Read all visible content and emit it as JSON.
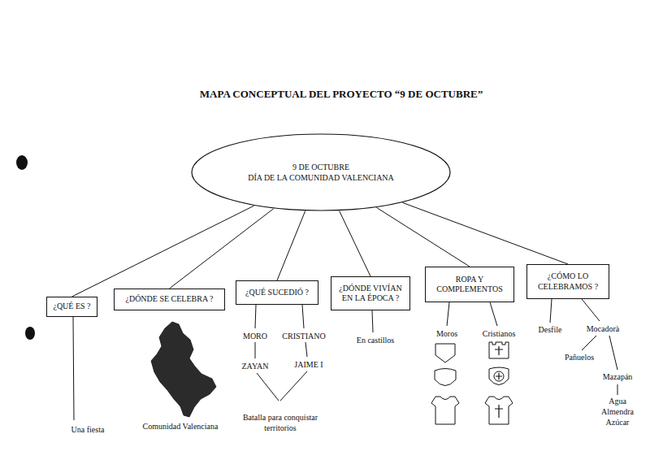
{
  "diagram": {
    "title": "MAPA CONCEPTUAL DEL PROYECTO “9 DE OCTUBRE”",
    "nodes": [
      {
        "text": [
          "9 DE OCTUBRE",
          "DÍA DE LA COMUNIDAD VALENCIANA"
        ]
      },
      {
        "text": [
          "¿QUÉ ES ?"
        ]
      },
      {
        "text": [
          "¿DÓNDE SE CELEBRA ?"
        ]
      },
      {
        "text": [
          "¿QUÉ SUCEDIÓ ?"
        ]
      },
      {
        "text": [
          "¿DÓNDE VIVÍAN EN LA ÉPOCA ?"
        ]
      },
      {
        "text": [
          "ROPA Y COMPLEMENTOS"
        ]
      },
      {
        "text": [
          "¿CÓMO LO CELEBRAMOS ?"
        ]
      }
    ],
    "edges": [
      {
        "from": 0,
        "to": 1,
        "arrow": "none"
      },
      {
        "from": 0,
        "to": 2,
        "arrow": "none"
      },
      {
        "from": 0,
        "to": 3,
        "arrow": "none"
      },
      {
        "from": 0,
        "to": 4,
        "arrow": "none"
      },
      {
        "from": 0,
        "to": 5,
        "arrow": "none"
      },
      {
        "from": 0,
        "to": 6,
        "arrow": "none"
      }
    ],
    "labels": [
      "Una fiesta",
      "Comunidad Valenciana",
      "MORO",
      "CRISTIANO",
      "ZAYAN",
      "JAIME I",
      "Batalla para conquistar territorios",
      "En castillos",
      "Moros",
      "Cristianos",
      "Desfile",
      "Mocadorà",
      "Pañuelos",
      "Mazapán",
      "Agua Almendra Azúcar"
    ]
  }
}
